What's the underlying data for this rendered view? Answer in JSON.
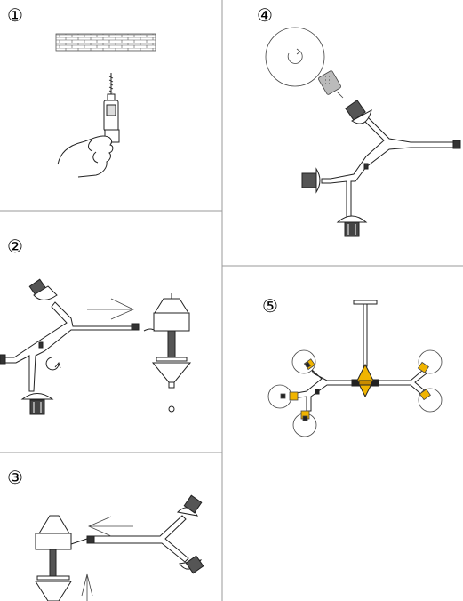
{
  "steps": [
    {
      "number": "①",
      "action": "drill-mounting-holes"
    },
    {
      "number": "②",
      "action": "attach-arm-assembly-to-canopy"
    },
    {
      "number": "③",
      "action": "insert-arms-into-canopy"
    },
    {
      "number": "④",
      "action": "install-bulb-sockets-and-wiring"
    },
    {
      "number": "⑤",
      "action": "install-globes-completed-fixture"
    }
  ],
  "colors": {
    "line": "#000000",
    "accent": "#f0b400",
    "panel_border": "#9a9a9a",
    "light_fill": "#e8e8e8",
    "dark_fill": "#333333"
  },
  "icons": [
    "wall-brick-icon",
    "hand-drill-icon",
    "arrow-icon",
    "rotate-arrow-icon",
    "cable-reel-icon",
    "connector-icon",
    "canopy-icon",
    "globe-icon"
  ]
}
